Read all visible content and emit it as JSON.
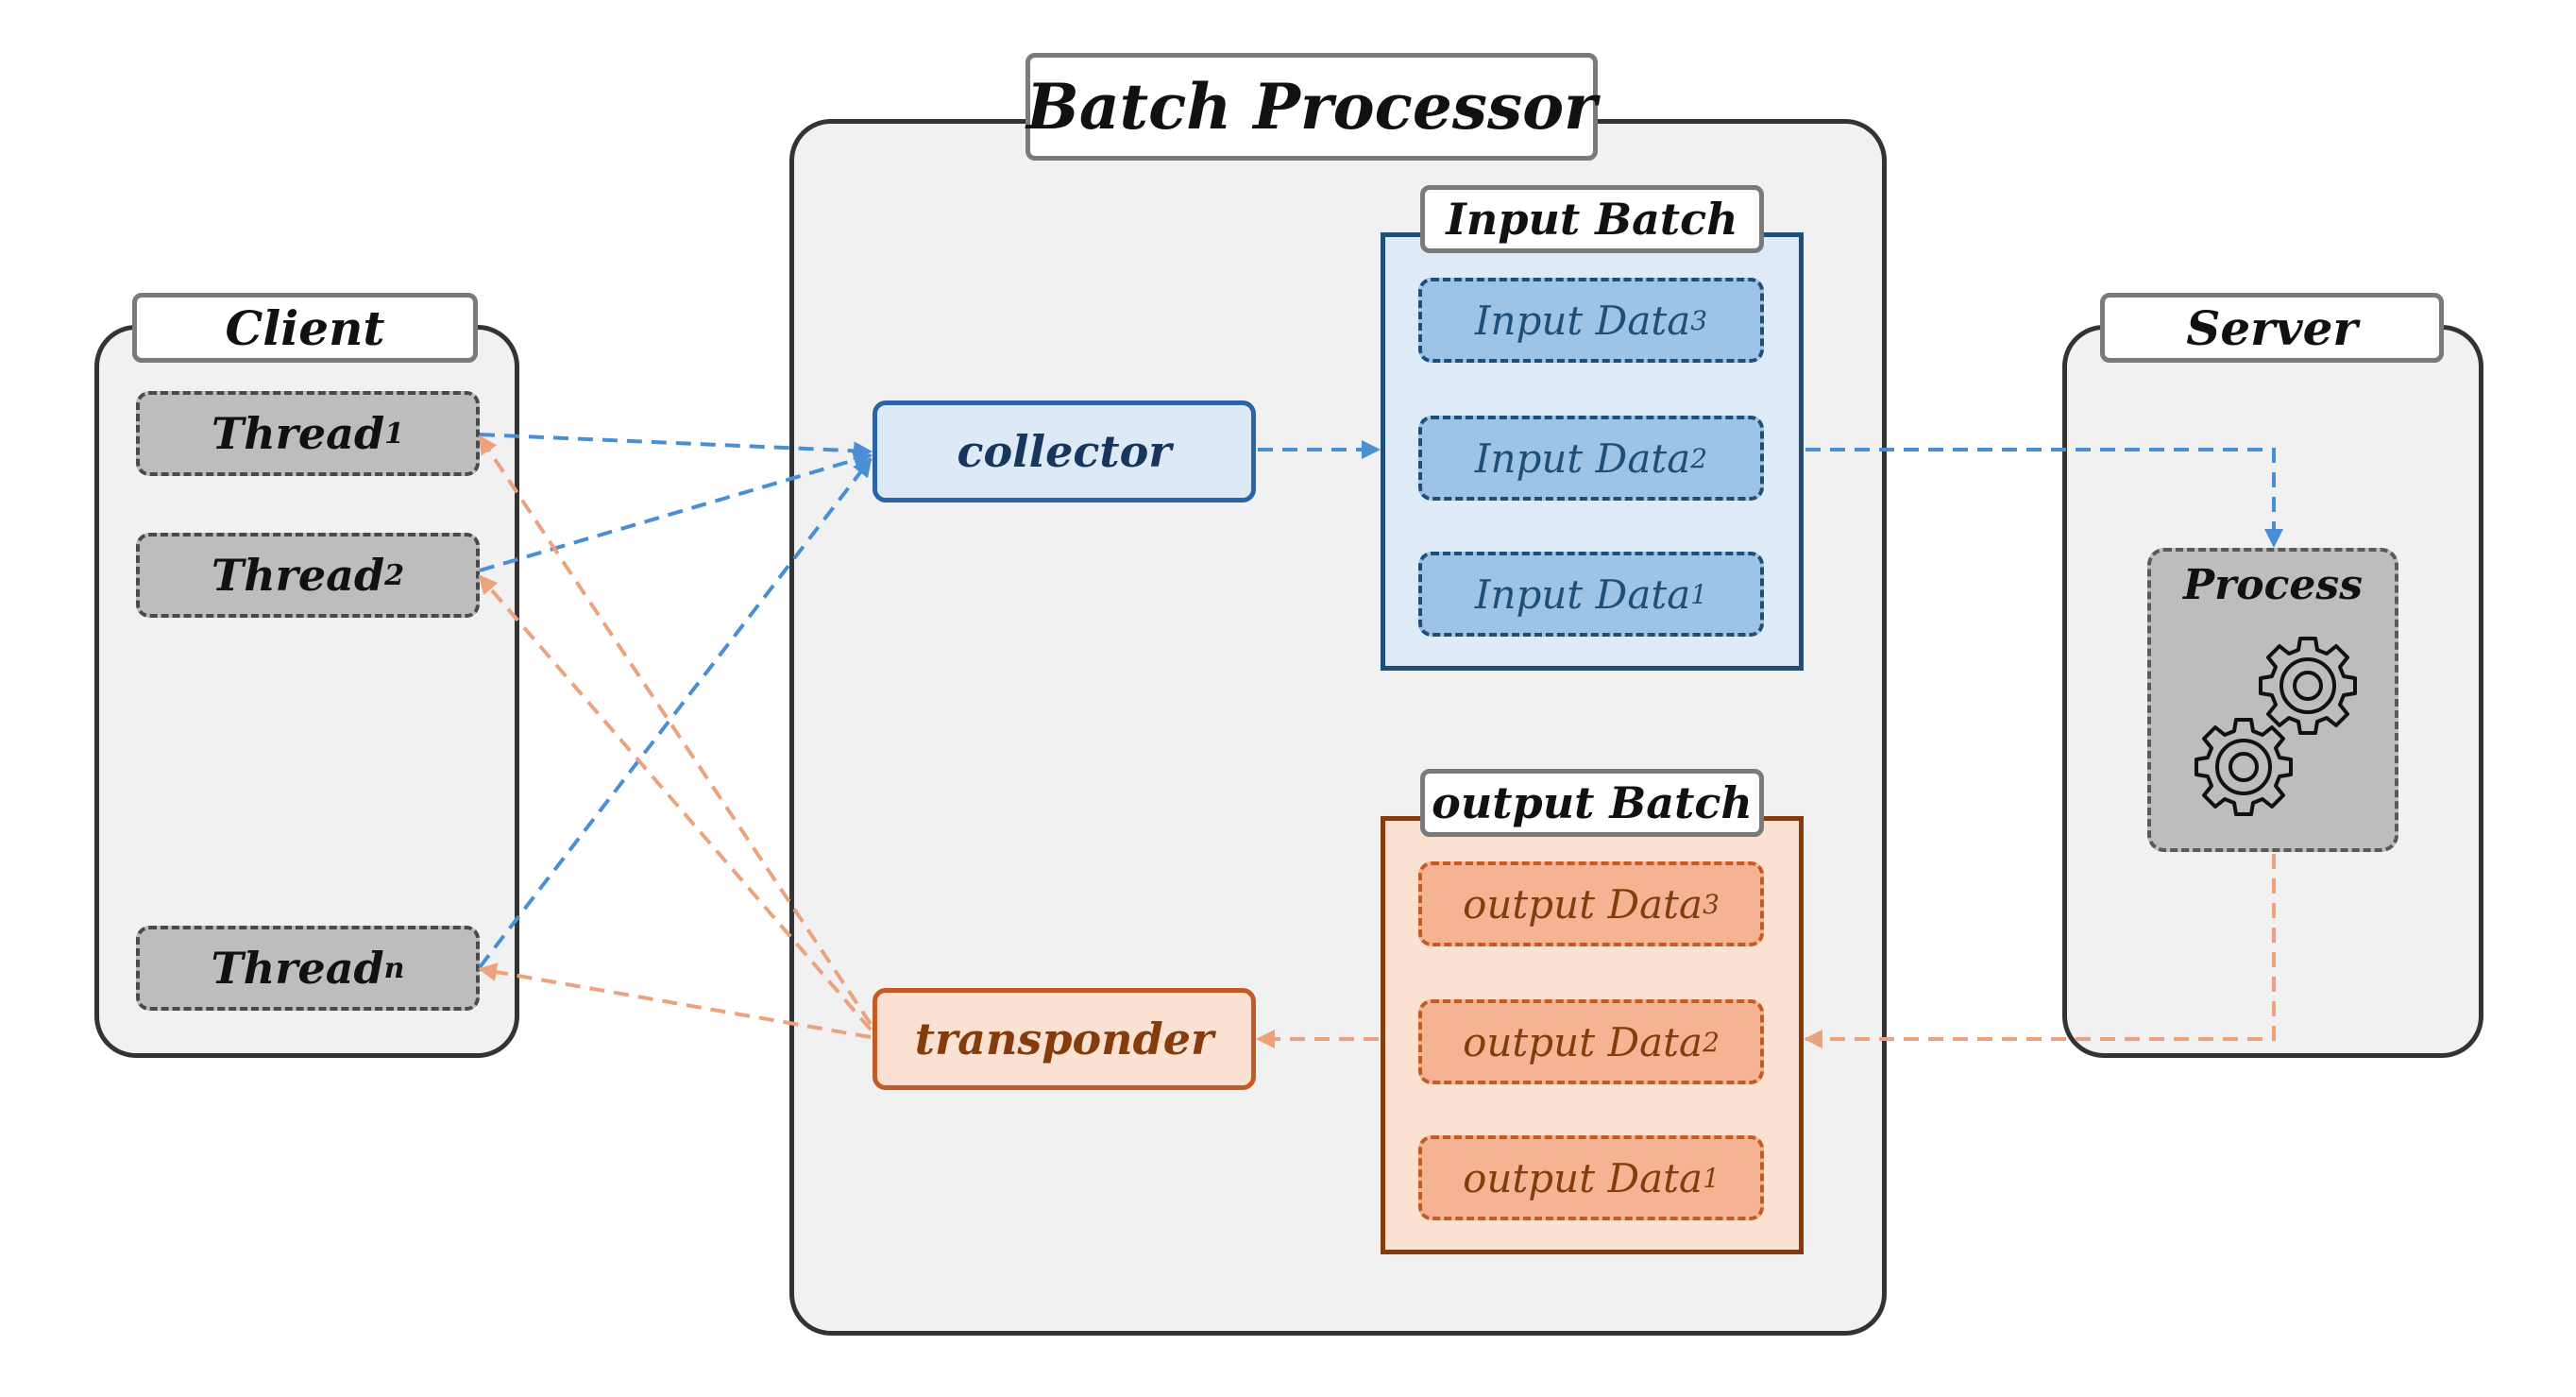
{
  "title": "Batch Processor",
  "client": {
    "label": "Client",
    "threads": [
      {
        "name": "Thread",
        "sub": "1"
      },
      {
        "name": "Thread",
        "sub": "2"
      },
      {
        "name": "Thread",
        "sub": "n"
      }
    ]
  },
  "collector": "collector",
  "transponder": "transponder",
  "input_batch": {
    "label": "Input Batch",
    "items": [
      {
        "name": "Input Data",
        "sub": "3"
      },
      {
        "name": "Input Data",
        "sub": "2"
      },
      {
        "name": "Input Data",
        "sub": "1"
      }
    ]
  },
  "output_batch": {
    "label": "output Batch",
    "items": [
      {
        "name": "output Data",
        "sub": "3"
      },
      {
        "name": "output Data",
        "sub": "2"
      },
      {
        "name": "output Data",
        "sub": "1"
      }
    ]
  },
  "server": {
    "label": "Server",
    "process": "Process",
    "icon": "gears-icon"
  },
  "colors": {
    "request_flow": "#4a8fd6",
    "response_flow": "#eda27e"
  }
}
